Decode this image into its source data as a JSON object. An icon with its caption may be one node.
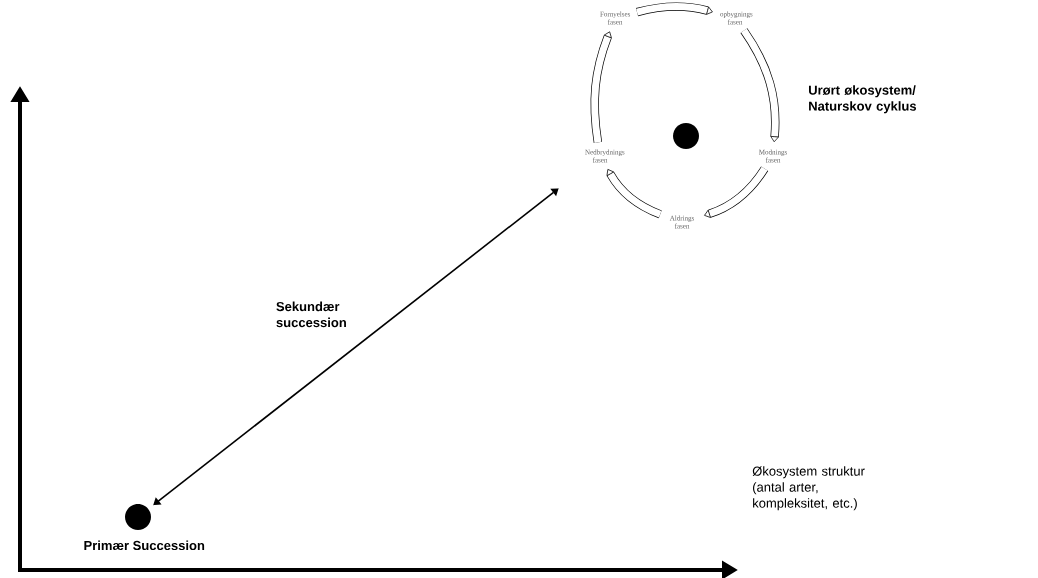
{
  "diagram": {
    "nodes": [
      {
        "text": [
          "Fornyelses fasen"
        ]
      },
      {
        "text": [
          "opbygnings fasen"
        ]
      },
      {
        "text": [
          "Modnings fasen"
        ]
      },
      {
        "text": [
          "Aldrings fasen"
        ]
      },
      {
        "text": [
          "Nedbrydnings fasen"
        ]
      },
      {
        "text": [],
        "shape": "circle"
      },
      {
        "text": [],
        "shape": "circle",
        "beside": [
          "Primær Succession"
        ]
      }
    ],
    "edges": [
      {
        "from": 0,
        "to": 1,
        "arrow": "to"
      },
      {
        "from": 1,
        "to": 2,
        "arrow": "to"
      },
      {
        "from": 2,
        "to": 3,
        "arrow": "to"
      },
      {
        "from": 3,
        "to": 4,
        "arrow": "to"
      },
      {
        "from": 4,
        "to": 0,
        "arrow": "to"
      },
      {
        "from": 6,
        "to": 4,
        "arrow": "both",
        "label": "Sekundær succession"
      }
    ],
    "labels": [
      "Urørt økosystem/ Naturskov cyklus",
      "Økosystem struktur (antal arter, kompleksitet, etc.)"
    ]
  }
}
